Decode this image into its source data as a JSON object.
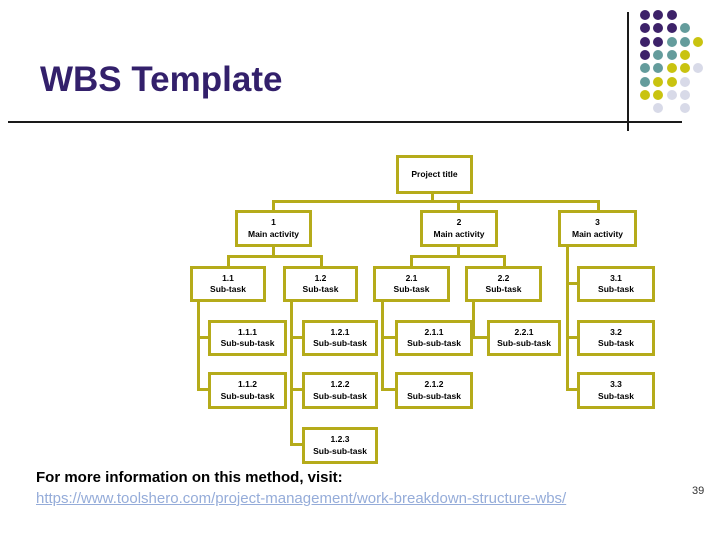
{
  "slide": {
    "title": "WBS Template",
    "page_number": "39"
  },
  "footer": {
    "prompt": "For more information on this method, visit:",
    "link_text": "https://www.toolshero.com/project-management/work-breakdown-structure-wbs/",
    "link_color": "#95ACD9"
  },
  "colors": {
    "title_text": "#33206B",
    "box_border": "#B5AB1A",
    "box_fill": "#ffffff",
    "rule": "#1a1a1a"
  },
  "diagram": {
    "type": "work-breakdown-structure-tree",
    "root": {
      "label": "Project title"
    },
    "nodes": {
      "n1": {
        "number": "1",
        "label": "Main activity"
      },
      "n2": {
        "number": "2",
        "label": "Main activity"
      },
      "n3": {
        "number": "3",
        "label": "Main activity"
      },
      "n1_1": {
        "number": "1.1",
        "label": "Sub-task"
      },
      "n1_2": {
        "number": "1.2",
        "label": "Sub-task"
      },
      "n2_1": {
        "number": "2.1",
        "label": "Sub-task"
      },
      "n2_2": {
        "number": "2.2",
        "label": "Sub-task"
      },
      "n3_1": {
        "number": "3.1",
        "label": "Sub-task"
      },
      "n3_2": {
        "number": "3.2",
        "label": "Sub-task"
      },
      "n3_3": {
        "number": "3.3",
        "label": "Sub-task"
      },
      "n1_1_1": {
        "number": "1.1.1",
        "label": "Sub-sub-task"
      },
      "n1_1_2": {
        "number": "1.1.2",
        "label": "Sub-sub-task"
      },
      "n1_2_1": {
        "number": "1.2.1",
        "label": "Sub-sub-task"
      },
      "n1_2_2": {
        "number": "1.2.2",
        "label": "Sub-sub-task"
      },
      "n1_2_3": {
        "number": "1.2.3",
        "label": "Sub-sub-task"
      },
      "n2_1_1": {
        "number": "2.1.1",
        "label": "Sub-sub-task"
      },
      "n2_1_2": {
        "number": "2.1.2",
        "label": "Sub-sub-task"
      },
      "n2_2_1": {
        "number": "2.2.1",
        "label": "Sub-sub-task"
      }
    },
    "hierarchy": {
      "Project title": {
        "1 Main activity": {
          "1.1 Sub-task": [
            "1.1.1 Sub-sub-task",
            "1.1.2 Sub-sub-task"
          ],
          "1.2 Sub-task": [
            "1.2.1 Sub-sub-task",
            "1.2.2 Sub-sub-task",
            "1.2.3 Sub-sub-task"
          ]
        },
        "2 Main activity": {
          "2.1 Sub-task": [
            "2.1.1 Sub-sub-task",
            "2.1.2 Sub-sub-task"
          ],
          "2.2 Sub-task": [
            "2.2.1 Sub-sub-task"
          ]
        },
        "3 Main activity": {
          "3.1 Sub-task": [],
          "3.2 Sub-task": [],
          "3.3 Sub-task": []
        }
      }
    }
  },
  "decoration": {
    "dot_colors": {
      "P": "#3D2269",
      "T": "#649C9C",
      "Y": "#C9C310",
      "L": "#D8DAE8"
    },
    "dot_rows": [
      [
        "P",
        "P",
        "P",
        null,
        null
      ],
      [
        "P",
        "P",
        "P",
        "T",
        null
      ],
      [
        "P",
        "P",
        "T",
        "T",
        "Y"
      ],
      [
        "P",
        "T",
        "T",
        "Y",
        null
      ],
      [
        "T",
        "T",
        "Y",
        "Y",
        "L"
      ],
      [
        "T",
        "Y",
        "Y",
        "L",
        null
      ],
      [
        "Y",
        "Y",
        "L",
        "L",
        null
      ],
      [
        null,
        "L",
        null,
        "L",
        null
      ]
    ]
  }
}
